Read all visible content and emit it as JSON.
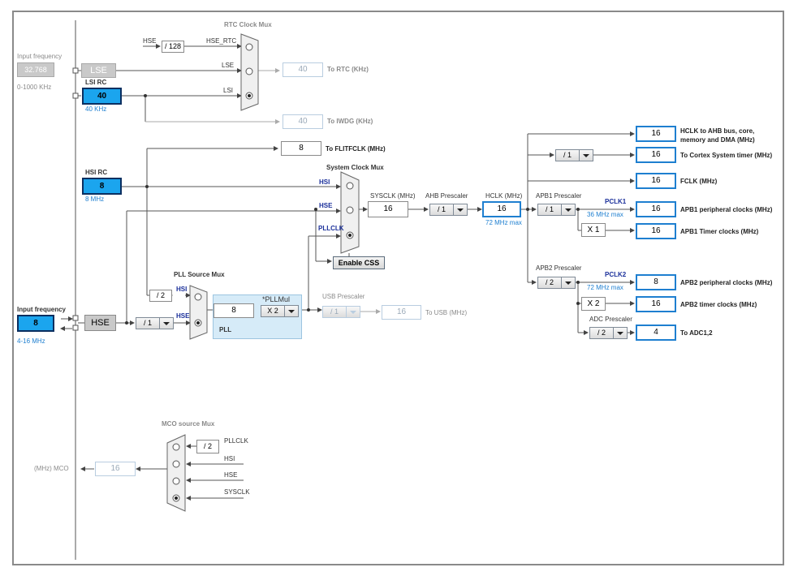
{
  "rtc": {
    "mux_label": "RTC Clock Mux",
    "hse_label": "HSE",
    "divider": "/ 128",
    "hse_rtc_label": "HSE_RTC",
    "lse_label": "LSE",
    "lsi_label": "LSI",
    "output": "40",
    "output_label": "To RTC (KHz)"
  },
  "iwdg": {
    "output": "40",
    "output_label": "To IWDG (KHz)"
  },
  "lse": {
    "input_label": "Input frequency",
    "input_value": "32.768",
    "range": "0-1000 KHz",
    "block": "LSE"
  },
  "lsi": {
    "label": "LSI RC",
    "value": "40",
    "freq": "40 KHz"
  },
  "flitfclk": {
    "output": "8",
    "output_label": "To FLITFCLK (MHz)"
  },
  "hsi": {
    "label": "HSI RC",
    "value": "8",
    "freq": "8 MHz"
  },
  "hse": {
    "input_label": "Input frequency",
    "input_value": "8",
    "range": "4-16 MHz",
    "block": "HSE"
  },
  "pll": {
    "mux_label": "PLL Source Mux",
    "hsi_div": "/ 2",
    "hse_prediv": "/ 1",
    "hsi_label": "HSI",
    "hse_label": "HSE",
    "mul_label": "*PLLMul",
    "input_value": "8",
    "mul": "X 2",
    "label": "PLL"
  },
  "usb": {
    "prescaler_label": "USB Prescaler",
    "prescaler": "/ 1",
    "output": "16",
    "output_label": "To USB (MHz)"
  },
  "sysmux": {
    "label": "System Clock Mux",
    "hsi": "HSI",
    "hse": "HSE",
    "pllclk": "PLLCLK",
    "css_button": "Enable CSS"
  },
  "system": {
    "sysclk_label": "SYSCLK (MHz)",
    "sysclk": "16",
    "ahb_label": "AHB Prescaler",
    "ahb": "/ 1",
    "hclk_label": "HCLK (MHz)",
    "hclk": "16",
    "hclk_max": "72 MHz max"
  },
  "cortex": {
    "prescaler": "/ 1"
  },
  "apb1": {
    "prescaler_label": "APB1 Prescaler",
    "prescaler": "/ 1",
    "pclk_label": "PCLK1",
    "pclk_max": "36 MHz max",
    "timer_mul": "X 1"
  },
  "apb2": {
    "prescaler_label": "APB2 Prescaler",
    "prescaler": "/ 2",
    "pclk_label": "PCLK2",
    "pclk_max": "72 MHz max",
    "timer_mul": "X 2"
  },
  "adc": {
    "prescaler_label": "ADC Prescaler",
    "prescaler": "/ 2"
  },
  "outputs": [
    {
      "value": "16",
      "label": "HCLK to AHB bus, core,\nmemory and DMA (MHz)"
    },
    {
      "value": "16",
      "label": "To Cortex System timer (MHz)"
    },
    {
      "value": "16",
      "label": "FCLK (MHz)"
    },
    {
      "value": "16",
      "label": "APB1 peripheral clocks (MHz)"
    },
    {
      "value": "16",
      "label": "APB1 Timer clocks (MHz)"
    },
    {
      "value": "8",
      "label": "APB2 peripheral clocks (MHz)"
    },
    {
      "value": "16",
      "label": "APB2 timer clocks (MHz)"
    },
    {
      "value": "4",
      "label": "To ADC1,2"
    }
  ],
  "mco": {
    "mux_label": "MCO source Mux",
    "pll_div": "/ 2",
    "pllclk": "PLLCLK",
    "hsi": "HSI",
    "hse": "HSE",
    "sysclk": "SYSCLK",
    "output": "16",
    "output_label": "(MHz) MCO"
  }
}
